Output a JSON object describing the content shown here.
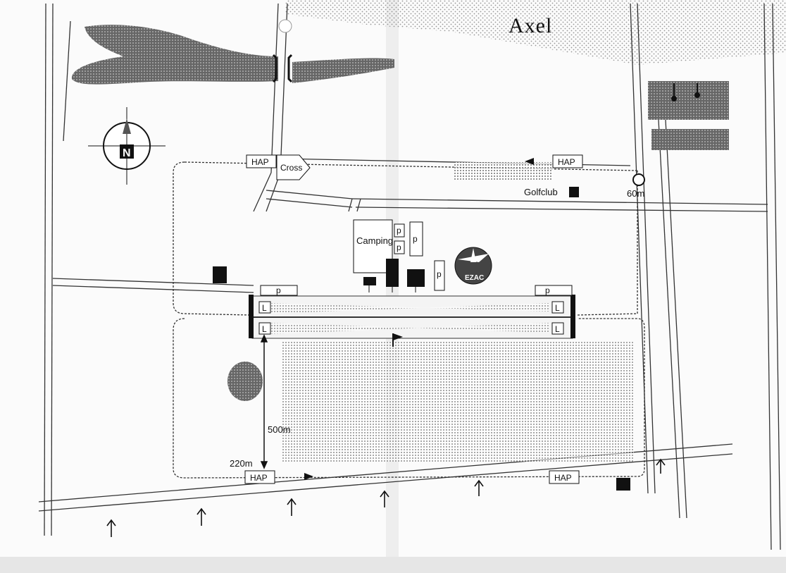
{
  "title": "Axel",
  "compass": {
    "letter": "N"
  },
  "labels": {
    "hap_top": "HAP",
    "cross": "Cross",
    "hap_right": "HAP",
    "hap_bottom_left": "HAP",
    "hap_bottom_right": "HAP",
    "golfclub": "Golfclub",
    "camping": "Camping",
    "distance_60m": "60m",
    "distance_500m": "500m",
    "distance_220m": "220m",
    "logo_text": "EZAC",
    "parking": "p",
    "launch": "L"
  }
}
